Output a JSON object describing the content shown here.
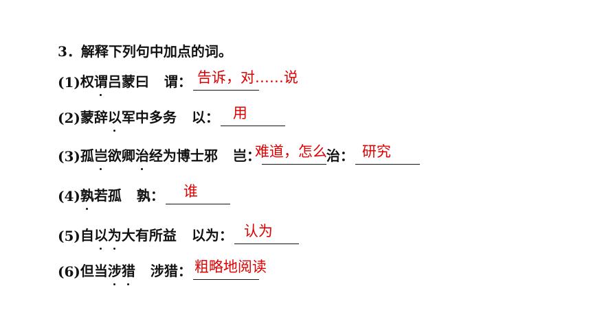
{
  "title": "3．解释下列句中加点的词。",
  "items": [
    {
      "num": "(1)",
      "sentence_a": "权",
      "sentence_dot": "谓",
      "sentence_b": "吕蒙曰",
      "term": "谓：",
      "answer": "告诉，对……说"
    },
    {
      "num": "(2)",
      "sentence_a": "蒙辞",
      "sentence_dot": "以",
      "sentence_b": "军中多务",
      "term": "以：",
      "answer": "用"
    },
    {
      "num": "(3)",
      "sentence_a": "孤",
      "sentence_dot": "岂",
      "sentence_mid": "欲卿",
      "sentence_dot2": "治",
      "sentence_b": "经为博士邪",
      "term": "岂：",
      "answer": "难道，怎么",
      "term2": "治：",
      "answer2": "研究"
    },
    {
      "num": "(4)",
      "sentence_a": "",
      "sentence_dot": "孰",
      "sentence_b": "若孤",
      "term": "孰：",
      "answer": "谁"
    },
    {
      "num": "(5)",
      "sentence_a": "自",
      "sentence_dot": "以",
      "sentence_dot2": "为",
      "sentence_b": "大有所益",
      "term": "以为：",
      "answer": "认为"
    },
    {
      "num": "(6)",
      "sentence_a": "但当",
      "sentence_dot": "涉",
      "sentence_dot2": "猎",
      "sentence_b": "",
      "term": "涉猎：",
      "answer": "粗略地阅读"
    }
  ]
}
